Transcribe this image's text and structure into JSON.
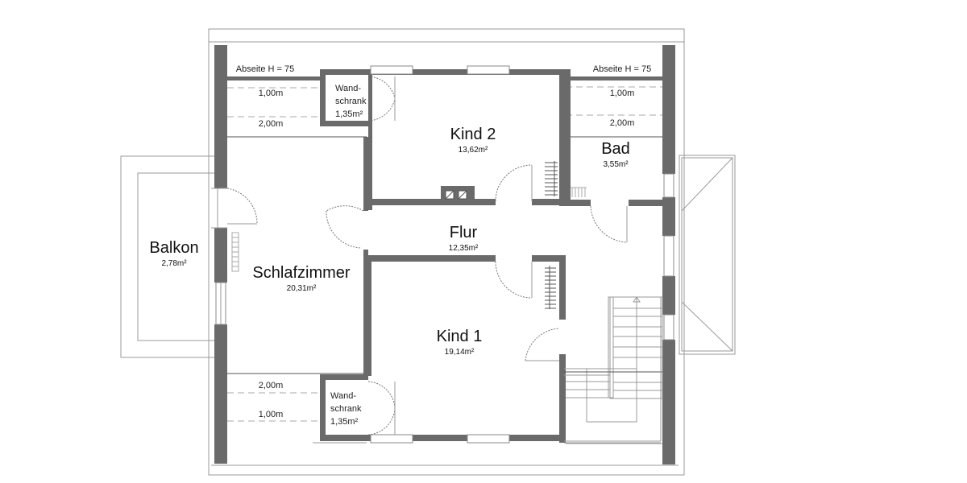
{
  "plan": {
    "type": "floor-plan",
    "wall_color": "#6a6a6a",
    "line_color": "#9a9a9a",
    "rooms": [
      {
        "id": "kind2",
        "name": "Kind 2",
        "area": "13,62m²"
      },
      {
        "id": "bad",
        "name": "Bad",
        "area": "3,55m²"
      },
      {
        "id": "flur",
        "name": "Flur",
        "area": "12,35m²"
      },
      {
        "id": "schlafzimmer",
        "name": "Schlafzimmer",
        "area": "20,31m²"
      },
      {
        "id": "balkon",
        "name": "Balkon",
        "area": "2,78m²"
      },
      {
        "id": "kind1",
        "name": "Kind 1",
        "area": "19,14m²"
      }
    ],
    "closets": [
      {
        "id": "wandschrank-top",
        "line1": "Wand-",
        "line2": "schrank",
        "area": "1,35m²"
      },
      {
        "id": "wandschrank-bottom",
        "line1": "Wand-",
        "line2": "schrank",
        "area": "1,35m²"
      }
    ],
    "abseite": {
      "left_label": "Abseite H = 75",
      "right_label": "Abseite H = 75"
    },
    "height_lines": {
      "top_left": [
        "1,00m",
        "2,00m"
      ],
      "top_right": [
        "1,00m",
        "2,00m"
      ],
      "bottom_left": [
        "2,00m",
        "1,00m"
      ]
    }
  }
}
